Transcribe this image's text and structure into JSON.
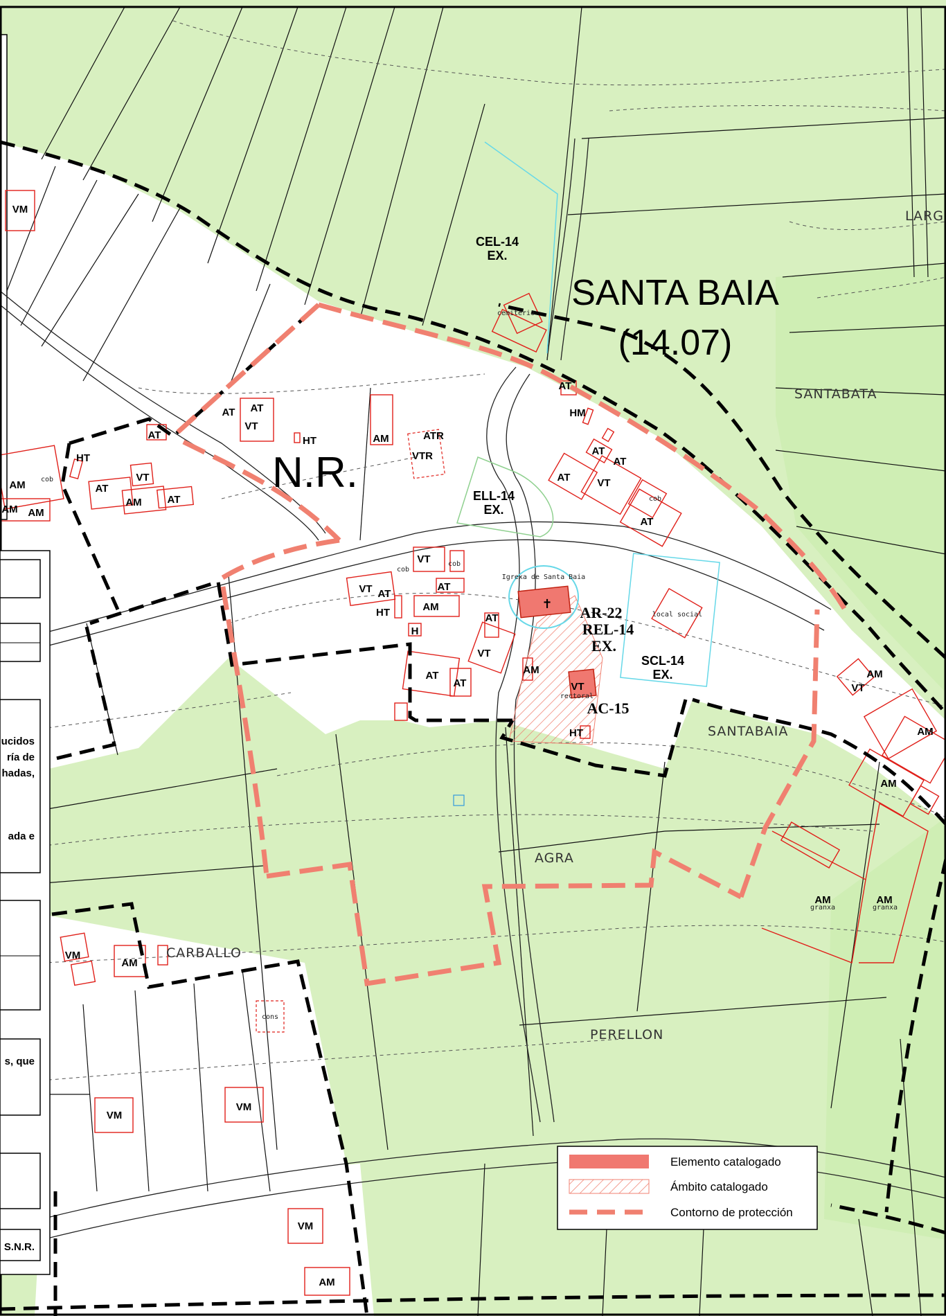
{
  "map": {
    "settlement_name": "SANTA BAIA",
    "settlement_code": "(14.07)",
    "nucleus_label": "N.R.",
    "place_names": [
      "SANTABATA",
      "SANTABAIA",
      "AGRA",
      "CARBALLO",
      "PERELLON",
      "LARG"
    ],
    "zones": [
      {
        "code": "CEL-14",
        "status": "EX."
      },
      {
        "code": "ELL-14",
        "status": "EX."
      },
      {
        "code": "SCL-14",
        "status": "EX."
      }
    ],
    "catalogued": [
      {
        "code": "AR-22",
        "sub": "REL-14",
        "status": "EX.",
        "name": "Igrexa de Santa Baia"
      },
      {
        "code": "AC-15",
        "name": "rectoral"
      }
    ],
    "small_labels": [
      "cemiterio",
      "local social",
      "granxa",
      "granxa",
      "cons",
      "cob",
      "cob",
      "cob",
      "cob"
    ],
    "building_codes": [
      "VM",
      "AT",
      "VT",
      "HT",
      "AM",
      "ATR",
      "VTR",
      "HM",
      "H"
    ],
    "colors": {
      "rustic_green": "#d8f0c0",
      "forest_green": "#cdeeb0",
      "building_red": "#e0201a",
      "catalogued_fill": "#f07870",
      "protection_pink": "#f08070",
      "nr_border": "#000000",
      "cyan_zone": "#66d8e8"
    }
  },
  "legend": {
    "items": [
      {
        "label": "Elemento catalogado",
        "symbol": "solid-fill"
      },
      {
        "label": "Ámbito catalogado",
        "symbol": "hatch"
      },
      {
        "label": "Contorno de protección",
        "symbol": "dashed-line"
      }
    ]
  },
  "side_panel": {
    "fragments": [
      "ucidos",
      "ría de",
      "hadas,",
      "ada e",
      "s, que",
      "S.N.R."
    ]
  }
}
